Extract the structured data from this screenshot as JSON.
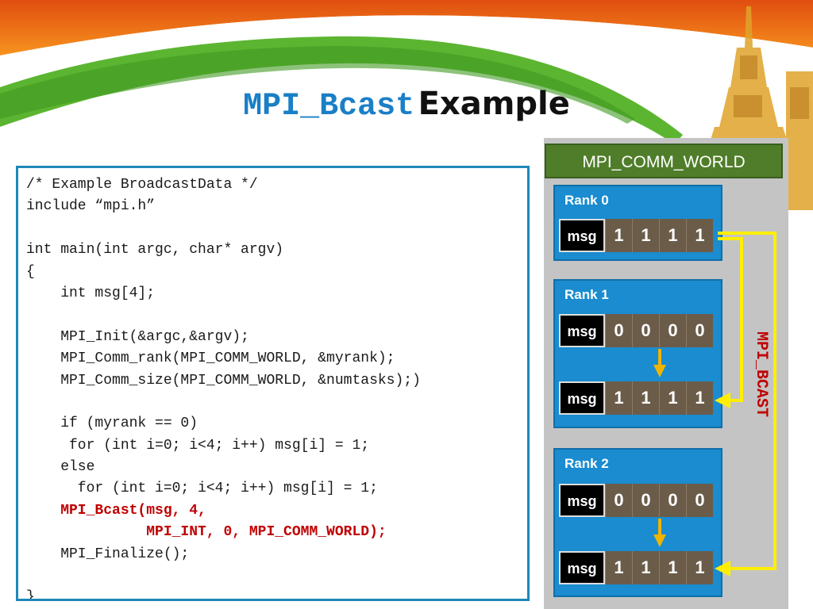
{
  "title": {
    "code": "MPI_Bcast",
    "word": "Example"
  },
  "code_lines": [
    {
      "text": "/* Example BroadcastData */",
      "hl": false
    },
    {
      "text": "include “mpi.h”",
      "hl": false
    },
    {
      "text": "",
      "hl": false
    },
    {
      "text": "int main(int argc, char* argv)",
      "hl": false
    },
    {
      "text": "{",
      "hl": false
    },
    {
      "text": "    int msg[4];",
      "hl": false
    },
    {
      "text": "",
      "hl": false
    },
    {
      "text": "    MPI_Init(&argc,&argv);",
      "hl": false
    },
    {
      "text": "    MPI_Comm_rank(MPI_COMM_WORLD, &myrank);",
      "hl": false
    },
    {
      "text": "    MPI_Comm_size(MPI_COMM_WORLD, &numtasks);)",
      "hl": false
    },
    {
      "text": "",
      "hl": false
    },
    {
      "text": "    if (myrank == 0)",
      "hl": false
    },
    {
      "text": "     for (int i=0; i<4; i++) msg[i] = 1;",
      "hl": false
    },
    {
      "text": "    else",
      "hl": false
    },
    {
      "text": "      for (int i=0; i<4; i++) msg[i] = 1;",
      "hl": false
    },
    {
      "text": "    MPI_Bcast(msg, 4,",
      "hl": true
    },
    {
      "text": "              MPI_INT, 0, MPI_COMM_WORLD);",
      "hl": true
    },
    {
      "text": "    MPI_Finalize();",
      "hl": false
    },
    {
      "text": "",
      "hl": false
    },
    {
      "text": "}",
      "hl": false
    }
  ],
  "diagram": {
    "comm_label": "MPI_COMM_WORLD",
    "bcast_label": "MPI_BCAST",
    "msg_label": "msg",
    "ranks": [
      {
        "label": "Rank 0",
        "before": [
          "1",
          "1",
          "1",
          "1"
        ]
      },
      {
        "label": "Rank 1",
        "before": [
          "0",
          "0",
          "0",
          "0"
        ],
        "after": [
          "1",
          "1",
          "1",
          "1"
        ]
      },
      {
        "label": "Rank 2",
        "before": [
          "0",
          "0",
          "0",
          "0"
        ],
        "after": [
          "1",
          "1",
          "1",
          "1"
        ]
      }
    ]
  },
  "colors": {
    "title_code": "#1a7fc6",
    "highlight": "#c00000",
    "comm_header": "#4f7d2a",
    "rank_bg": "#1a8ccf",
    "cell_bg": "#6b5c4a",
    "arrow": "#ffee00"
  }
}
